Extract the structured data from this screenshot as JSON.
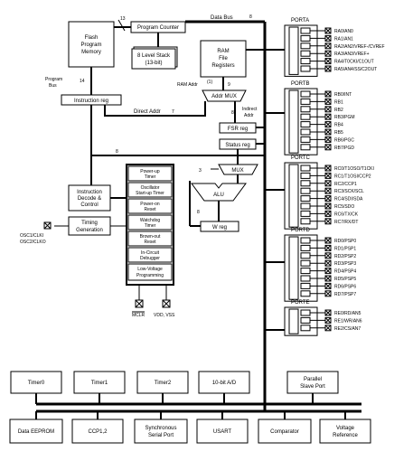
{
  "blocks": {
    "flash": [
      "Flash",
      "Program",
      "Memory"
    ],
    "program_counter": "Program Counter",
    "stack": [
      "8 Level Stack",
      "(13-bit)"
    ],
    "ram": [
      "RAM",
      "File",
      "Registers"
    ],
    "instruction_reg": "Instruction reg",
    "addr_mux": "Addr MUX",
    "fsr_reg": "FSR reg",
    "status_reg": "Status reg",
    "mux": "MUX",
    "alu": "ALU",
    "w_reg": "W reg",
    "instruction_decode": [
      "Instruction",
      "Decode &",
      "Control"
    ],
    "timing_generation": [
      "Timing",
      "Generation"
    ],
    "power_blocks": [
      [
        "Power-up",
        "Timer"
      ],
      [
        "Oscillator",
        "Start-up Timer"
      ],
      [
        "Power-on",
        "Reset"
      ],
      [
        "Watchdog",
        "Timer"
      ],
      [
        "Brown-out",
        "Reset"
      ],
      [
        "In-Circuit",
        "Debugger"
      ],
      [
        "Low-Voltage",
        "Programming"
      ]
    ],
    "timer0": "Timer0",
    "timer1": "Timer1",
    "timer2": "Timer2",
    "adc": "10-bit A/D",
    "parallel_slave_port": [
      "Parallel",
      "Slave Port"
    ],
    "data_eeprom": "Data EEPROM",
    "ccp": "CCP1,2",
    "synchronous_serial_port": [
      "Synchronous",
      "Serial Port"
    ],
    "usart": "USART",
    "comparator": "Comparator",
    "voltage_reference": [
      "Voltage",
      "Reference"
    ]
  },
  "labels": {
    "data_bus": "Data Bus",
    "program_bus": [
      "Program",
      "Bus"
    ],
    "ram_addr": "RAM Addr",
    "ram_addr_note": "(1)",
    "direct_addr": "Direct Addr",
    "indirect_addr": [
      "Indirect",
      "Addr"
    ],
    "width_13": "13",
    "width_8_top": "8",
    "width_14": "14",
    "width_9": "9",
    "width_7": "7",
    "width_8_indirect": "8",
    "width_8_decode": "8",
    "width_3": "3",
    "width_8_w": "8",
    "osc_pins": [
      "OSC1/CLKI",
      "OSC2/CLKO"
    ],
    "mclr": "MCLR",
    "vdd_vss": "VDD, VSS"
  },
  "ports": {
    "porta": {
      "name": "PORTA",
      "pins": [
        "RA0/AN0",
        "RA1/AN1",
        "RA2/AN2/VREF-/CVREF",
        "RA3/AN3/VREF+",
        "RA4/T0CKI/C1OUT",
        "RA5/AN4/SS/C2OUT"
      ]
    },
    "portb": {
      "name": "PORTB",
      "pins": [
        "RB0/INT",
        "RB1",
        "RB2",
        "RB3/PGM",
        "RB4",
        "RB5",
        "RB6/PGC",
        "RB7/PGD"
      ]
    },
    "portc": {
      "name": "PORTC",
      "pins": [
        "RC0/T1OSO/T1CKI",
        "RC1/T1OSI/CCP2",
        "RC2/CCP1",
        "RC3/SCK/SCL",
        "RC4/SDI/SDA",
        "RC5/SDO",
        "RC6/TX/CK",
        "RC7/RX/DT"
      ]
    },
    "portd": {
      "name": "PORTD",
      "pins": [
        "RD0/PSP0",
        "RD1/PSP1",
        "RD2/PSP2",
        "RD3/PSP3",
        "RD4/PSP4",
        "RD5/PSP5",
        "RD6/PSP6",
        "RD7/PSP7"
      ]
    },
    "porte": {
      "name": "PORTE",
      "pins": [
        "RE0/RD/AN5",
        "RE1/WR/AN6",
        "RE2/CS/AN7"
      ]
    }
  }
}
